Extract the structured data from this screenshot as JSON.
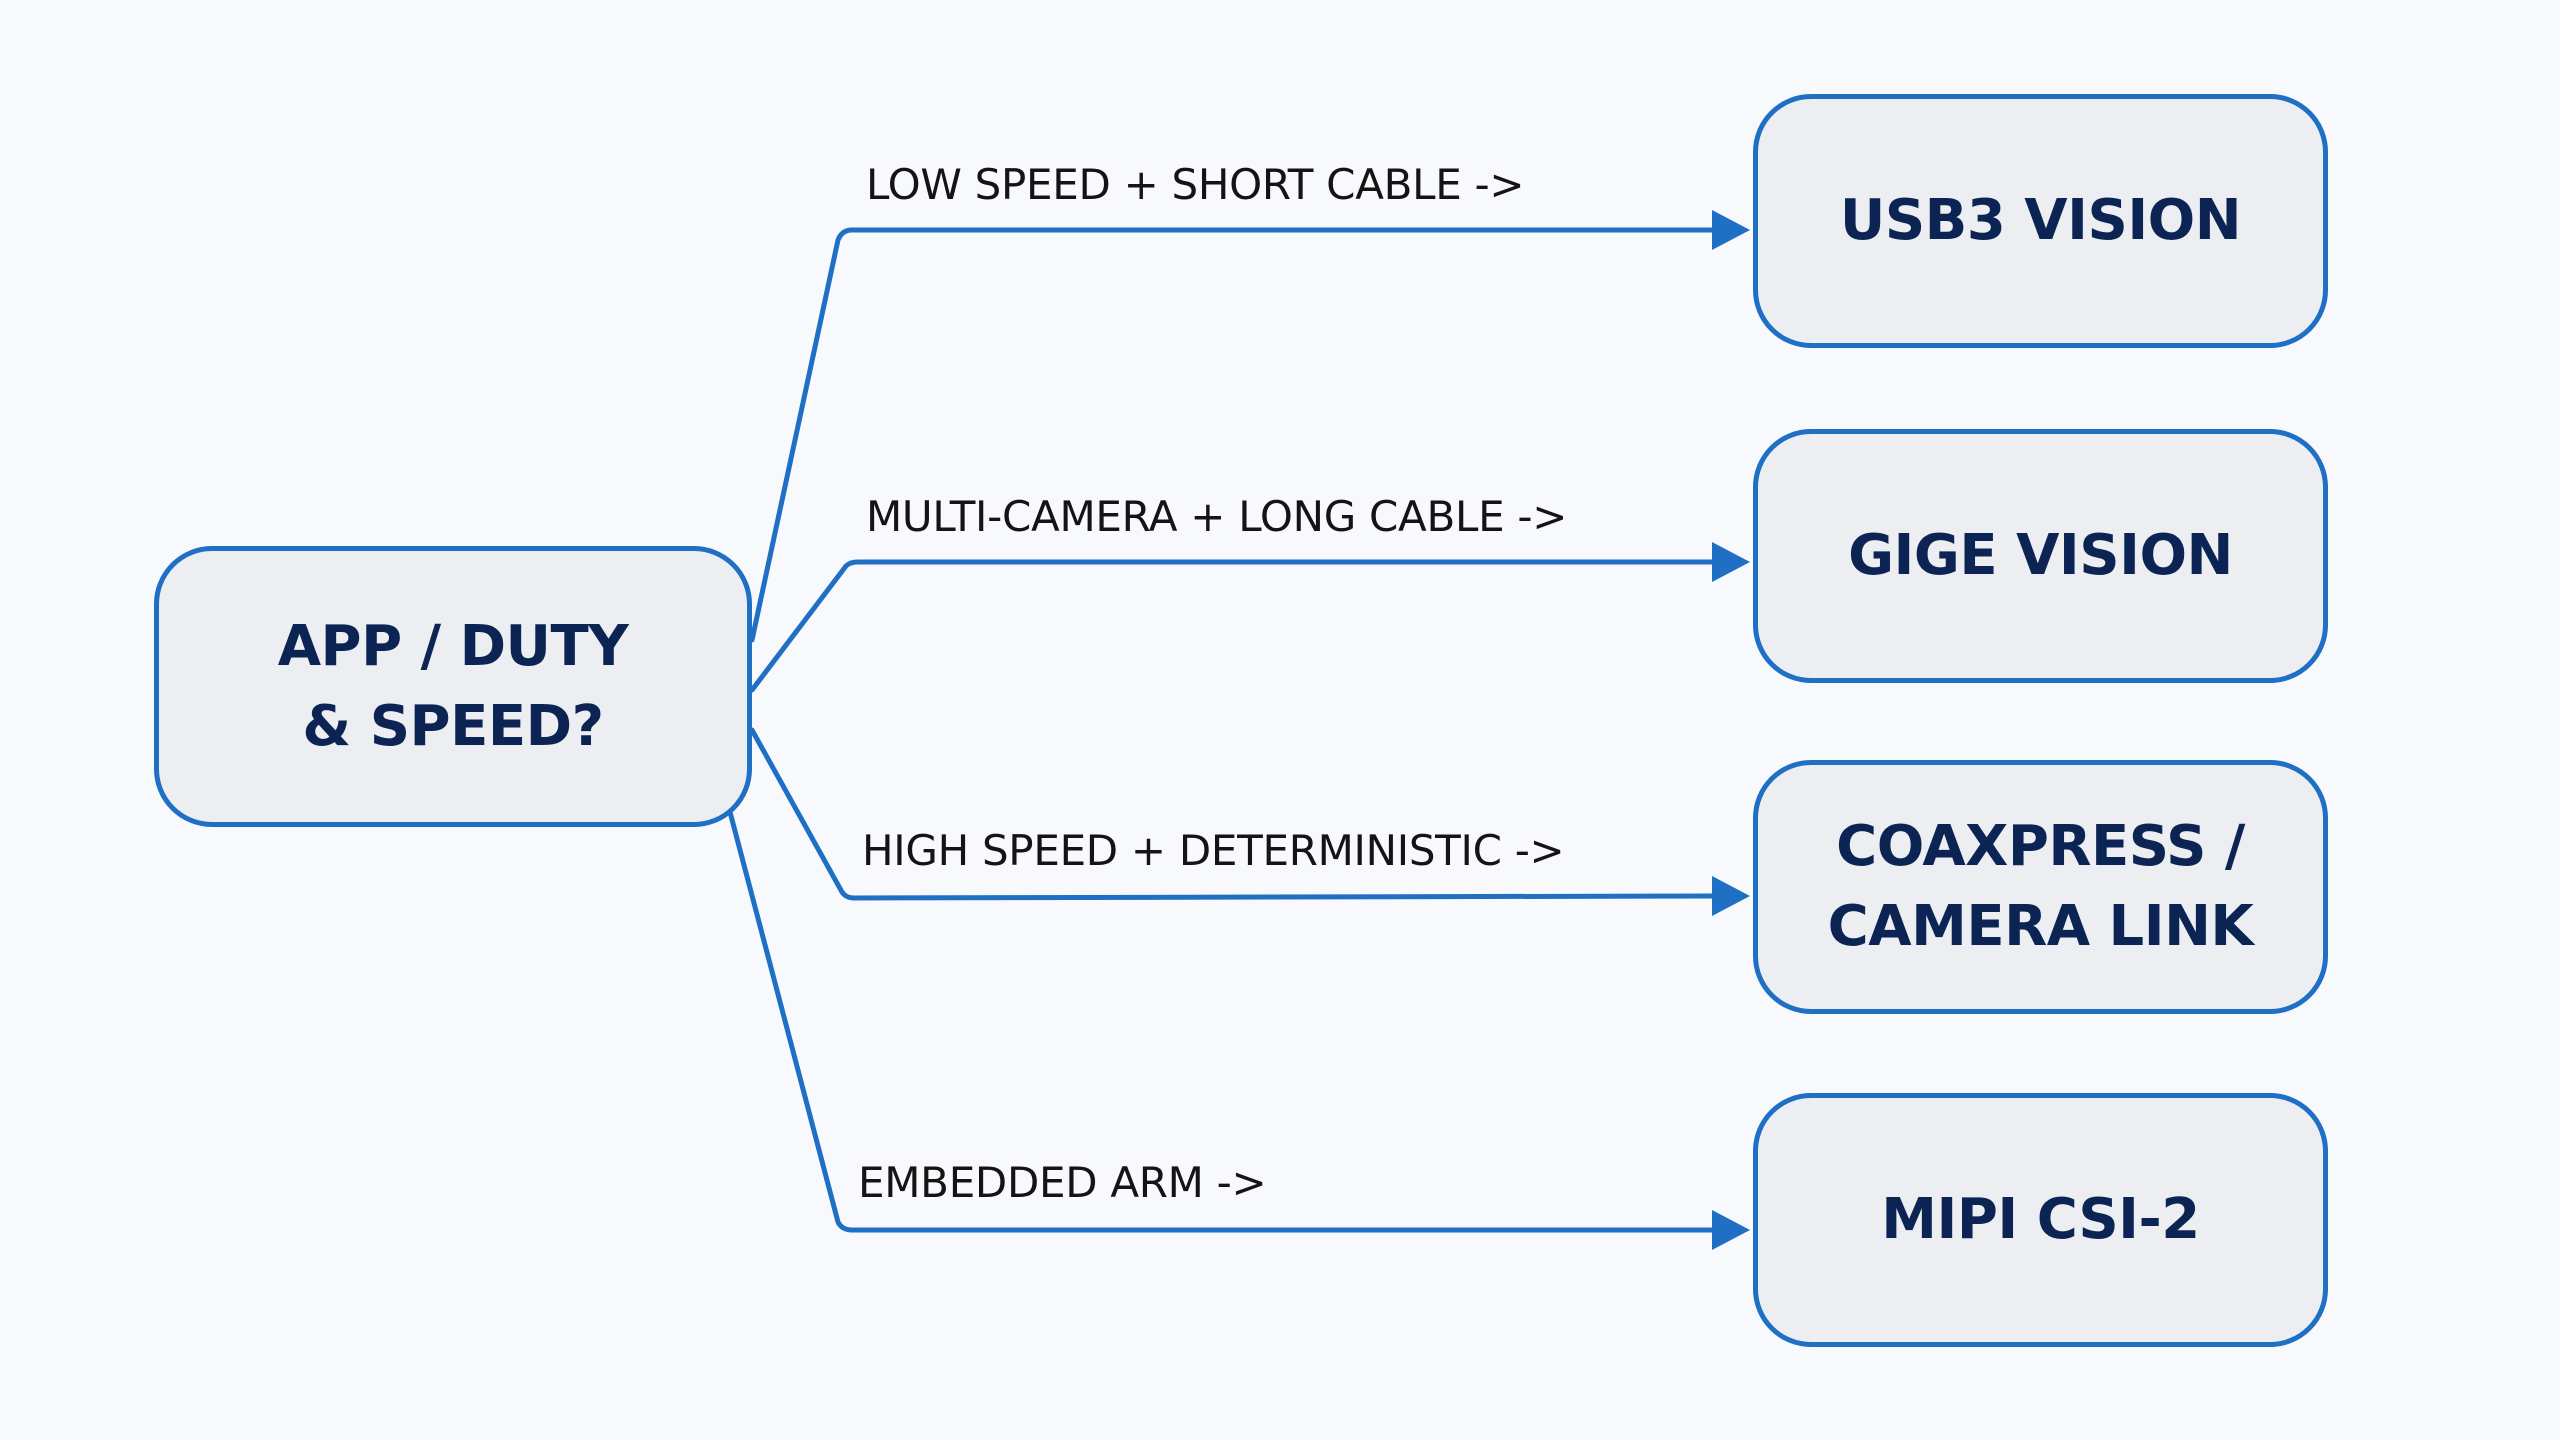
{
  "diagram": {
    "source": {
      "lines": [
        "APP / DUTY",
        "& SPEED?"
      ]
    },
    "branches": [
      {
        "condition": "LOW SPEED + SHORT CABLE ->",
        "target_lines": [
          "USB3 VISION"
        ]
      },
      {
        "condition": "MULTI-CAMERA + LONG CABLE ->",
        "target_lines": [
          "GIGE VISION"
        ]
      },
      {
        "condition": "HIGH SPEED + DETERMINISTIC ->",
        "target_lines": [
          "COAXPRESS /",
          "CAMERA LINK"
        ]
      },
      {
        "condition": "EMBEDDED ARM ->",
        "target_lines": [
          "MIPI CSI-2"
        ]
      }
    ]
  },
  "colors": {
    "background": "#f7f9fc",
    "connector": "#1f6fc5",
    "node_fill": "#eceef2",
    "node_text": "#0c2454",
    "label_text": "#141414"
  }
}
